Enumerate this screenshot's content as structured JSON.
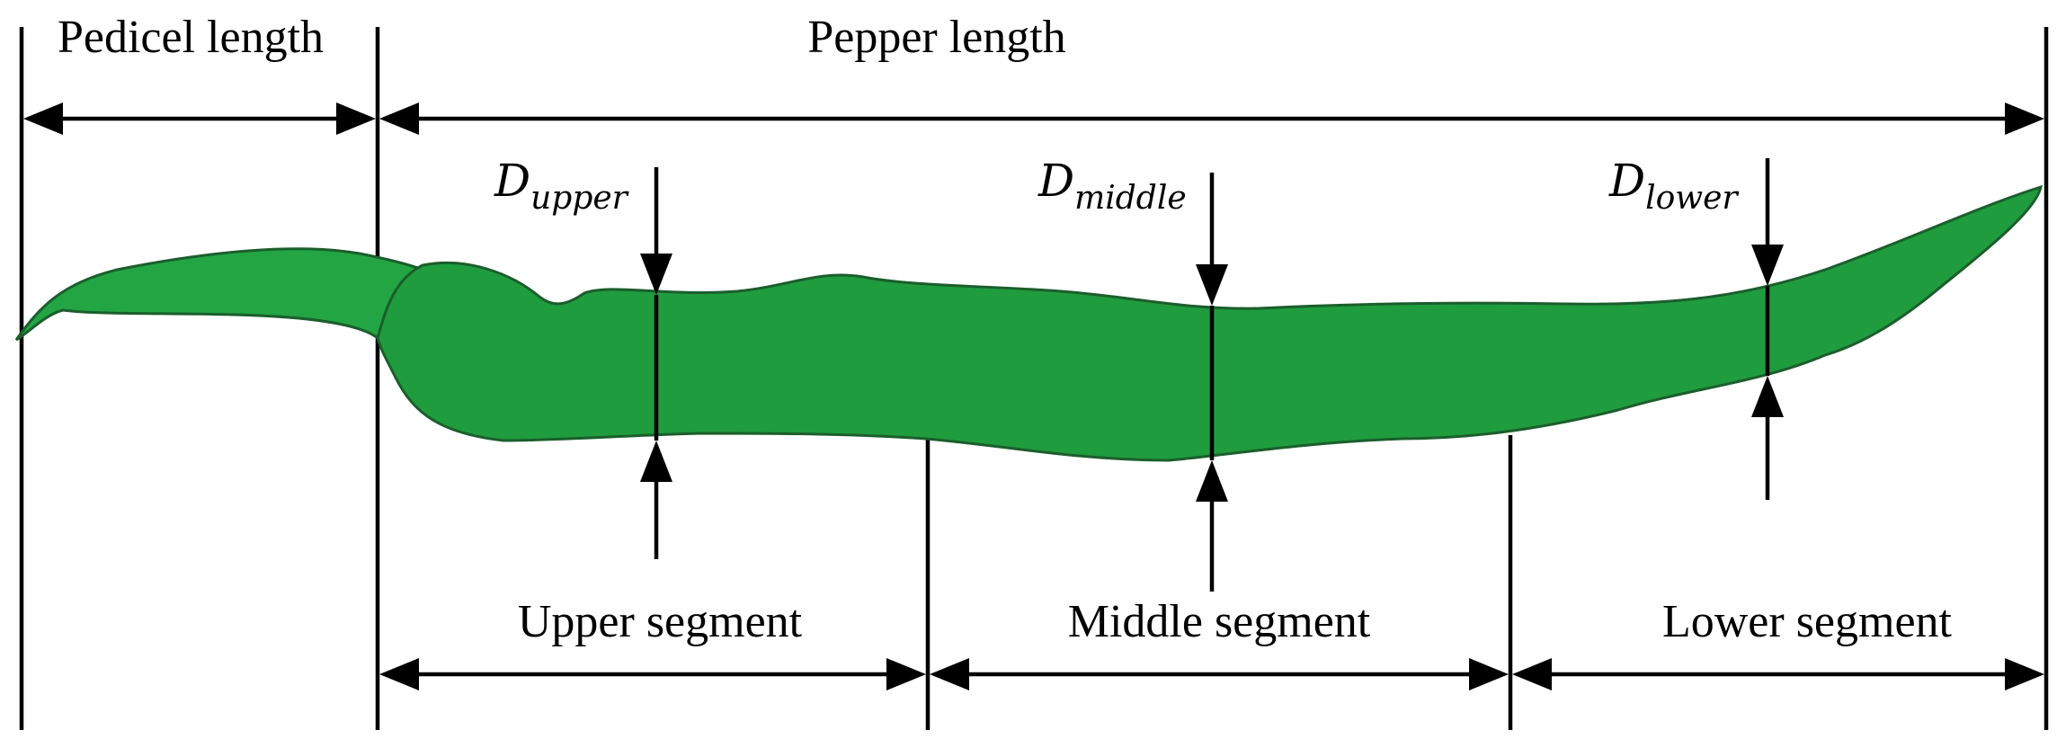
{
  "labels": {
    "pedicel_length": "Pedicel length",
    "pepper_length": "Pepper length",
    "upper_segment": "Upper segment",
    "middle_segment": "Middle segment",
    "lower_segment": "Lower segment"
  },
  "diameters": {
    "upper": {
      "symbol": "D",
      "subscript": "upper"
    },
    "middle": {
      "symbol": "D",
      "subscript": "middle"
    },
    "lower": {
      "symbol": "D",
      "subscript": "lower"
    }
  },
  "colors": {
    "pepper_fill": "#1f9c3e",
    "outline": "#1b5e2c",
    "lines": "#000000"
  }
}
